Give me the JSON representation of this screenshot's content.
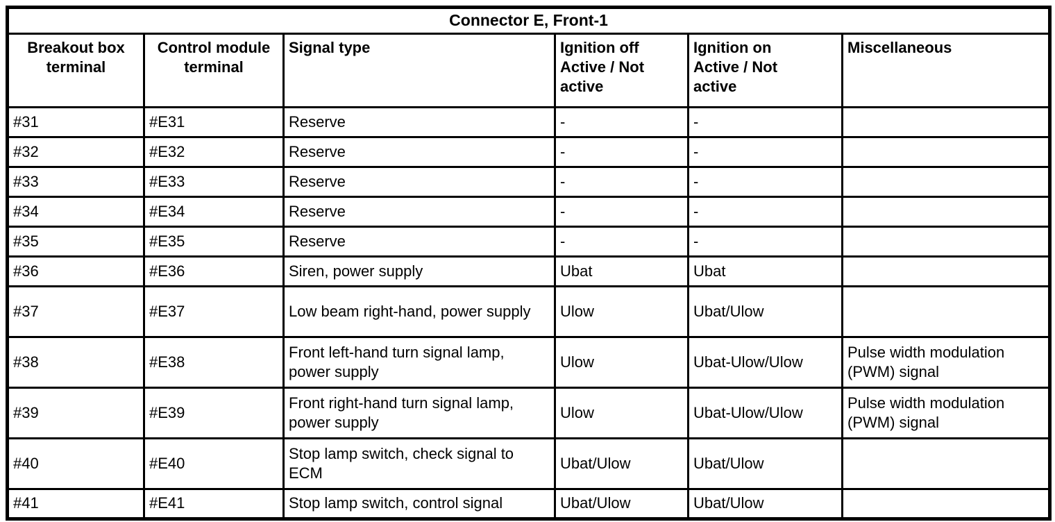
{
  "table": {
    "title": "Connector E, Front-1",
    "columns": [
      "Breakout box\nterminal",
      "Control module\nterminal",
      "Signal type",
      "Ignition off\nActive / Not\nactive",
      "Ignition on\nActive / Not\nactive",
      "Miscellaneous"
    ],
    "rows": [
      {
        "cells": [
          "#31",
          "#E31",
          "Reserve",
          "-",
          "-",
          ""
        ]
      },
      {
        "cells": [
          "#32",
          "#E32",
          "Reserve",
          "-",
          "-",
          ""
        ]
      },
      {
        "cells": [
          "#33",
          "#E33",
          "Reserve",
          "-",
          "-",
          ""
        ]
      },
      {
        "cells": [
          "#34",
          "#E34",
          "Reserve",
          "-",
          "-",
          ""
        ]
      },
      {
        "cells": [
          "#35",
          "#E35",
          "Reserve",
          "-",
          "-",
          ""
        ]
      },
      {
        "cells": [
          "#36",
          "#E36",
          "Siren, power supply",
          "Ubat",
          "Ubat",
          ""
        ]
      },
      {
        "cells": [
          "#37",
          "#E37",
          "Low beam right-hand, power supply",
          "Ulow",
          "Ubat/Ulow",
          ""
        ]
      },
      {
        "cells": [
          "#38",
          "#E38",
          "Front left-hand turn signal lamp, power supply",
          "Ulow",
          "Ubat-Ulow/Ulow",
          "Pulse width modulation (PWM) signal"
        ]
      },
      {
        "cells": [
          "#39",
          "#E39",
          "Front right-hand turn signal lamp, power supply",
          "Ulow",
          "Ubat-Ulow/Ulow",
          "Pulse width modulation (PWM) signal"
        ]
      },
      {
        "cells": [
          "#40",
          "#E40",
          "Stop lamp switch, check signal to ECM",
          "Ubat/Ulow",
          "Ubat/Ulow",
          ""
        ]
      },
      {
        "cells": [
          "#41",
          "#E41",
          "Stop lamp switch, control signal",
          "Ubat/Ulow",
          "Ubat/Ulow",
          ""
        ]
      }
    ],
    "colors": {
      "border": "#000000",
      "background": "#ffffff",
      "text": "#000000"
    }
  }
}
